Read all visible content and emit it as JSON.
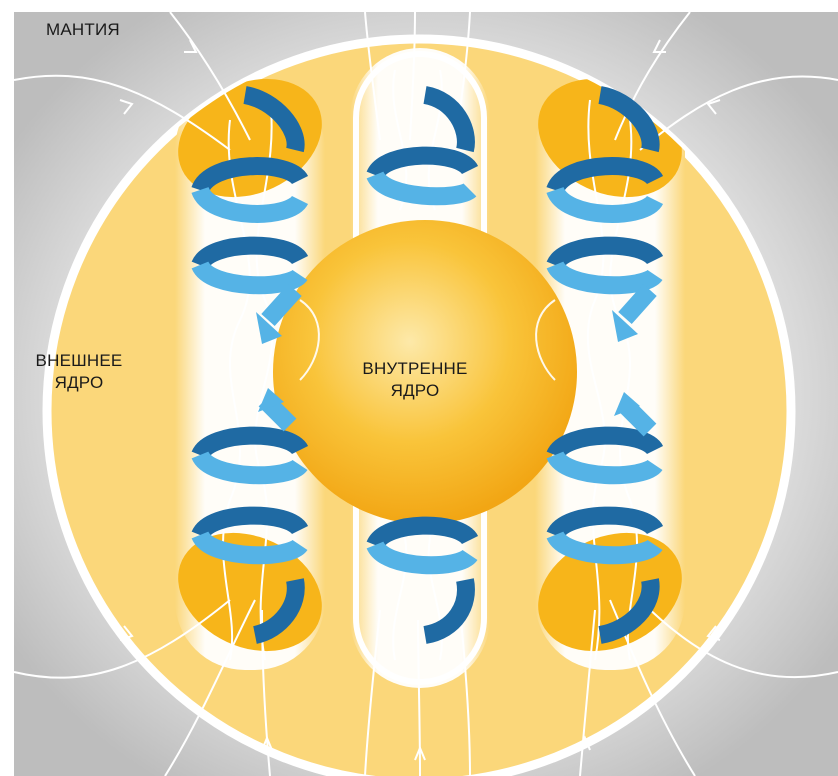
{
  "labels": {
    "mantle": "МАНТИЯ",
    "outer_core_line1": "ВНЕШНЕЕ",
    "outer_core_line2": "ЯДРО",
    "inner_core_line1": "ВНУТРЕННЕ",
    "inner_core_line2": "ЯДРО"
  },
  "colors": {
    "mantle_gray": "#c8c8c8",
    "outer_core": "#fbd77a",
    "inner_core": "#f7b51a",
    "helix_light": "#55b3e6",
    "helix_dark": "#1f6aa3",
    "field_lines": "#ffffff"
  }
}
